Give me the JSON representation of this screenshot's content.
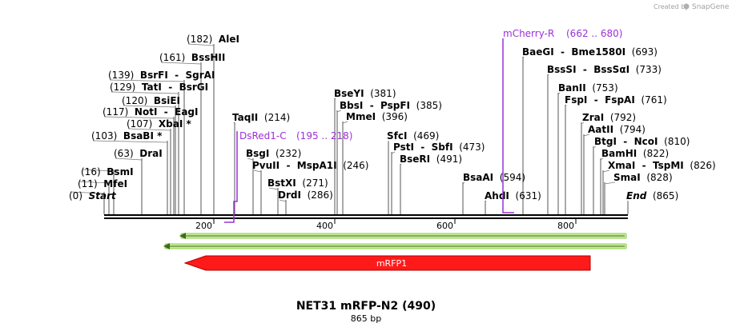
{
  "credit": {
    "text": "Created by",
    "brand": "SnapGene"
  },
  "title": "NET31 mRFP-N2 (490)",
  "subtitle": "865 bp",
  "ticks": [
    "200",
    "400",
    "600",
    "800"
  ],
  "sites": [
    {
      "pos": "(0)",
      "names": [
        "Start"
      ],
      "italic": true
    },
    {
      "pos": "(11)",
      "names": [
        "MfeI"
      ]
    },
    {
      "pos": "(16)",
      "names": [
        "BsmI"
      ]
    },
    {
      "pos": "(63)",
      "names": [
        "DraI"
      ]
    },
    {
      "pos": "(103)",
      "names": [
        "BsaBI *"
      ]
    },
    {
      "pos": "(107)",
      "names": [
        "XbaI *"
      ]
    },
    {
      "pos": "(117)",
      "names": [
        "NotI",
        "EagI"
      ]
    },
    {
      "pos": "(120)",
      "names": [
        "BsiEI"
      ]
    },
    {
      "pos": "(129)",
      "names": [
        "TatI",
        "BsrGI"
      ]
    },
    {
      "pos": "(139)",
      "names": [
        "BsrFI",
        "SgrAI"
      ]
    },
    {
      "pos": "(161)",
      "names": [
        "BssHII"
      ]
    },
    {
      "pos": "(182)",
      "names": [
        "AleI"
      ]
    },
    {
      "pos": "(214)",
      "names": [
        "TaqII"
      ]
    },
    {
      "pos": "(232)",
      "names": [
        "BsgI"
      ]
    },
    {
      "pos": "(246)",
      "names": [
        "PvuII",
        "MspA1I"
      ]
    },
    {
      "pos": "(271)",
      "names": [
        "BstXI"
      ]
    },
    {
      "pos": "(286)",
      "names": [
        "DrdI"
      ]
    },
    {
      "pos": "(381)",
      "names": [
        "BseYI"
      ]
    },
    {
      "pos": "(385)",
      "names": [
        "BbsI",
        "PspFI"
      ]
    },
    {
      "pos": "(396)",
      "names": [
        "MmeI"
      ]
    },
    {
      "pos": "(469)",
      "names": [
        "SfcI"
      ]
    },
    {
      "pos": "(473)",
      "names": [
        "PstI",
        "SbfI"
      ]
    },
    {
      "pos": "(491)",
      "names": [
        "BseRI"
      ]
    },
    {
      "pos": "(594)",
      "names": [
        "BsaAI"
      ]
    },
    {
      "pos": "(631)",
      "names": [
        "AhdI"
      ]
    },
    {
      "pos": "(693)",
      "names": [
        "BaeGI",
        "Bme1580I"
      ]
    },
    {
      "pos": "(733)",
      "names": [
        "BssSI",
        "BssSαI"
      ]
    },
    {
      "pos": "(753)",
      "names": [
        "BanII"
      ]
    },
    {
      "pos": "(761)",
      "names": [
        "FspI",
        "FspAI"
      ]
    },
    {
      "pos": "(792)",
      "names": [
        "ZraI"
      ]
    },
    {
      "pos": "(794)",
      "names": [
        "AatII"
      ]
    },
    {
      "pos": "(810)",
      "names": [
        "BtgI",
        "NcoI"
      ]
    },
    {
      "pos": "(822)",
      "names": [
        "BamHI"
      ]
    },
    {
      "pos": "(826)",
      "names": [
        "XmaI",
        "TspMI"
      ]
    },
    {
      "pos": "(828)",
      "names": [
        "SmaI"
      ]
    },
    {
      "pos": "(865)",
      "names": [
        "End"
      ],
      "italic": true
    }
  ],
  "primers": [
    {
      "name": "DsRed1-C",
      "range": "(195 .. 218)"
    },
    {
      "name": "mCherry-R",
      "range": "(662 .. 680)"
    }
  ],
  "features": [
    {
      "name": "mRFP1",
      "color": "#ff1a1a"
    }
  ],
  "colors": {
    "primer": "#9b30d9",
    "orf_green": "#8fd14f",
    "feature_red": "#ff1a1a"
  }
}
